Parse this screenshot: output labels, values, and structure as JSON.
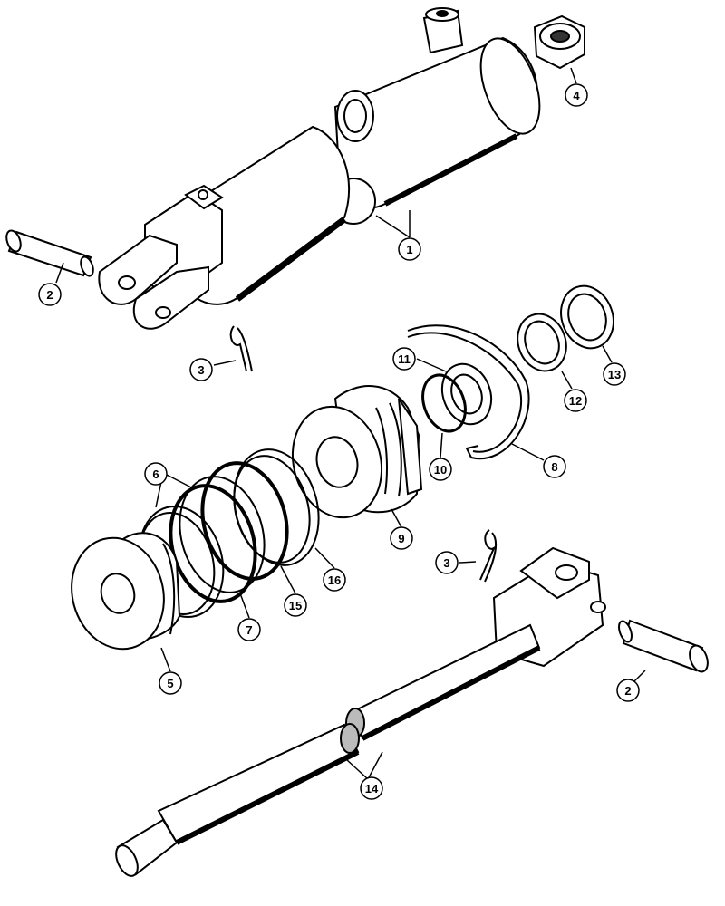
{
  "diagram": {
    "callouts": [
      {
        "id": "c1a",
        "label": "1"
      },
      {
        "id": "c2a",
        "label": "2"
      },
      {
        "id": "c3a",
        "label": "3"
      },
      {
        "id": "c4",
        "label": "4"
      },
      {
        "id": "c11",
        "label": "11"
      },
      {
        "id": "c13",
        "label": "13"
      },
      {
        "id": "c12",
        "label": "12"
      },
      {
        "id": "c10",
        "label": "10"
      },
      {
        "id": "c8",
        "label": "8"
      },
      {
        "id": "c6",
        "label": "6"
      },
      {
        "id": "c9",
        "label": "9"
      },
      {
        "id": "c3b",
        "label": "3"
      },
      {
        "id": "c16",
        "label": "16"
      },
      {
        "id": "c15",
        "label": "15"
      },
      {
        "id": "c7",
        "label": "7"
      },
      {
        "id": "c5",
        "label": "5"
      },
      {
        "id": "c2b",
        "label": "2"
      },
      {
        "id": "c14",
        "label": "14"
      }
    ],
    "colors": {
      "ink": "#000000",
      "paper": "#ffffff"
    }
  }
}
